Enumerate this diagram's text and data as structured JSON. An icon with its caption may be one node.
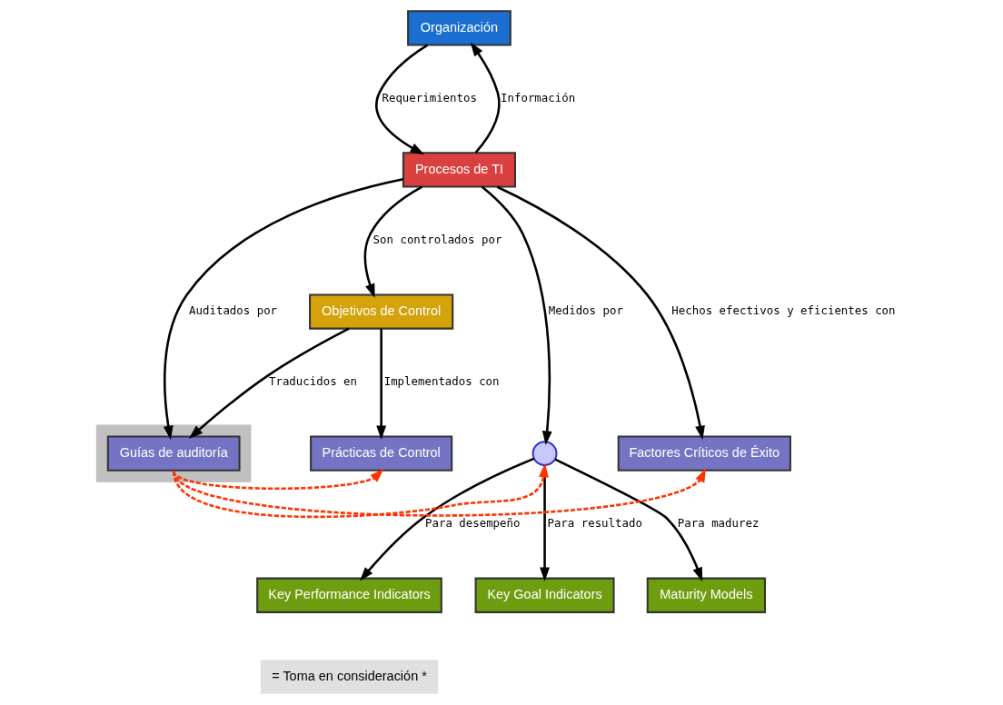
{
  "diagram": {
    "nodes": [
      {
        "text": [
          "Organización"
        ]
      },
      {
        "text": [
          "Procesos de TI"
        ]
      },
      {
        "text": [
          "Objetivos de Control"
        ]
      },
      {
        "text": [],
        "shape": "circle"
      },
      {
        "text": [
          "Factores Críticos de Éxito"
        ]
      },
      {
        "text": [],
        "shape": "box"
      },
      {
        "text": [
          "Guías de auditoría"
        ],
        "in": 5
      },
      {
        "text": [
          "Prácticas de Control"
        ]
      },
      {
        "text": [
          "Key Performance Indicators"
        ]
      },
      {
        "text": [
          "Key Goal Indicators"
        ]
      },
      {
        "text": [
          "Maturity Models"
        ]
      }
    ],
    "edges": [
      {
        "from": 0,
        "to": 1,
        "arrow": "to",
        "label": "Requerimientos"
      },
      {
        "from": 1,
        "to": 0,
        "arrow": "to",
        "label": "Información"
      },
      {
        "from": 1,
        "to": 2,
        "arrow": "to",
        "label": "Son controlados por"
      },
      {
        "from": 1,
        "to": 3,
        "arrow": "to",
        "label": "Medidos por"
      },
      {
        "from": 1,
        "to": 4,
        "arrow": "to",
        "label": "Hechos efectivos y eficientes con"
      },
      {
        "from": 1,
        "to": 6,
        "arrow": "to",
        "label": "Auditados por"
      },
      {
        "from": 2,
        "to": 6,
        "arrow": "to",
        "label": "Traducidos en"
      },
      {
        "from": 2,
        "to": 7,
        "arrow": "to",
        "label": "Implementados con"
      },
      {
        "from": 3,
        "to": 8,
        "arrow": "to",
        "label": "Para desempeño"
      },
      {
        "from": 3,
        "to": 9,
        "arrow": "to",
        "label": "Para resultado"
      },
      {
        "from": 3,
        "to": 10,
        "arrow": "to",
        "label": "Para madurez"
      },
      {
        "from": 6,
        "to": 3,
        "arrow": "to",
        "style": "dashed",
        "color": "#ff3300"
      },
      {
        "from": 6,
        "to": 4,
        "arrow": "to",
        "style": "dashed",
        "color": "#ff3300"
      },
      {
        "from": 6,
        "to": 7,
        "arrow": "to",
        "style": "dashed",
        "color": "#ff3300"
      }
    ],
    "legend": [
      {
        "text": "= Toma en consideración *"
      }
    ]
  }
}
